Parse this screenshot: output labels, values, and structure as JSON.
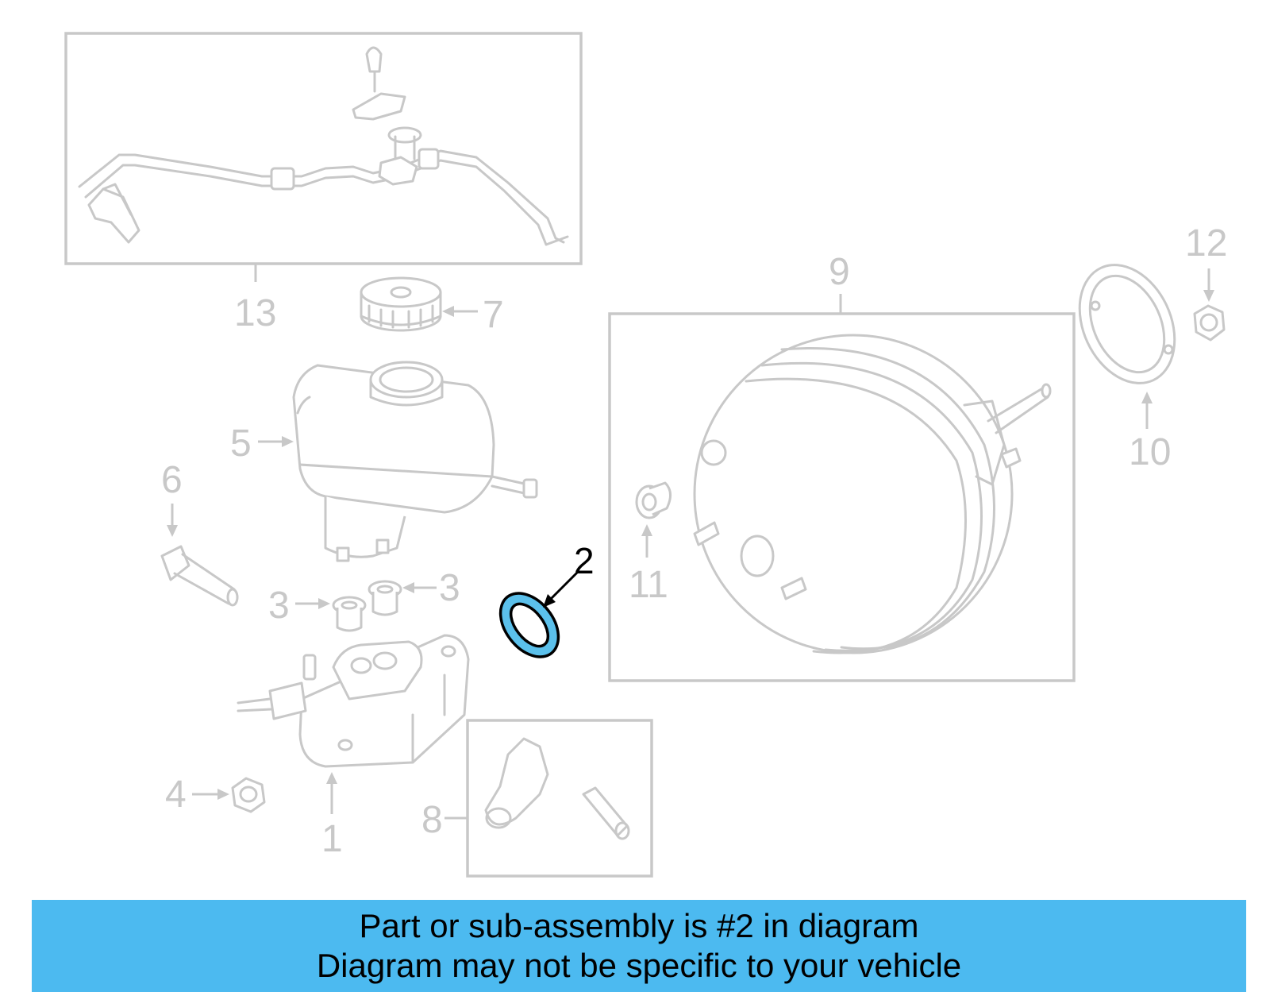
{
  "callouts": {
    "c1": "1",
    "c2": "2",
    "c3a": "3",
    "c3b": "3",
    "c4": "4",
    "c5": "5",
    "c6": "6",
    "c7": "7",
    "c8": "8",
    "c9": "9",
    "c10": "10",
    "c11": "11",
    "c12": "12",
    "c13": "13"
  },
  "highlighted_part": "2",
  "banner": {
    "line1": "Part or sub-assembly is #2 in diagram",
    "line2": "Diagram may not be specific to your vehicle"
  },
  "colors": {
    "highlight": "#5bc0eb",
    "banner": "#4cbaf0",
    "linework": "#c8c8c8"
  }
}
